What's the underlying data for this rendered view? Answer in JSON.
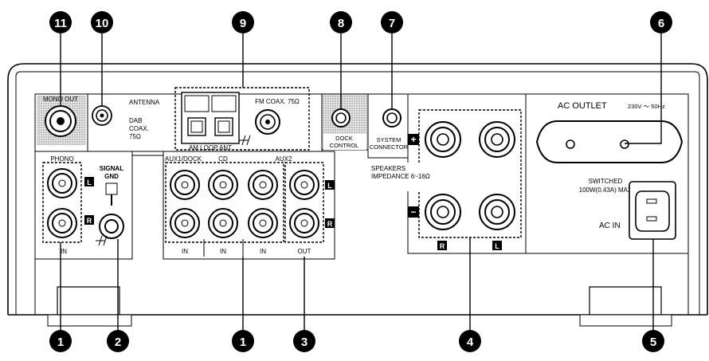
{
  "callouts": {
    "top": [
      "11",
      "10",
      "9",
      "8",
      "7",
      "6"
    ],
    "bottom": [
      "1",
      "2",
      "1",
      "3",
      "4",
      "5"
    ]
  },
  "labels": {
    "mono_out": "MONO OUT",
    "antenna": "ANTENNA",
    "dab_coax_line1": "DAB",
    "dab_coax_line2": "COAX.",
    "dab_coax_line3": "75Ω",
    "fm_coax": "FM COAX. 75Ω",
    "am_loop_ant": "AM LOOP ANT",
    "dock_control_line1": "DOCK",
    "dock_control_line2": "CONTROL",
    "system_connector_line1": "SYSTEM",
    "system_connector_line2": "CONNECTOR",
    "ac_outlet": "AC OUTLET",
    "ac_outlet_spec": "230V ～ 50Hz",
    "switched_line1": "SWITCHED",
    "switched_line2": "100W(0.43A) MAX",
    "ac_in": "AC IN",
    "phono": "PHONO",
    "phono_in": "IN",
    "signal_line1": "SIGNAL",
    "signal_line2": "GND",
    "aux1_dock": "AUX1/DOCK",
    "cd": "CD",
    "aux2": "AUX2",
    "in_1": "IN",
    "in_2": "IN",
    "in_3": "IN",
    "out": "OUT",
    "speakers_line1": "SPEAKERS",
    "speakers_line2": "IMPEDANCE 6~16Ω",
    "plus_sign": "+",
    "minus_sign": "−",
    "ch_l": "L",
    "ch_r": "R"
  },
  "colors": {
    "ink": "#000000",
    "panel": "#ffffff",
    "shade": "#cfcfcf",
    "callout_fill": "#000000",
    "callout_text": "#ffffff"
  }
}
